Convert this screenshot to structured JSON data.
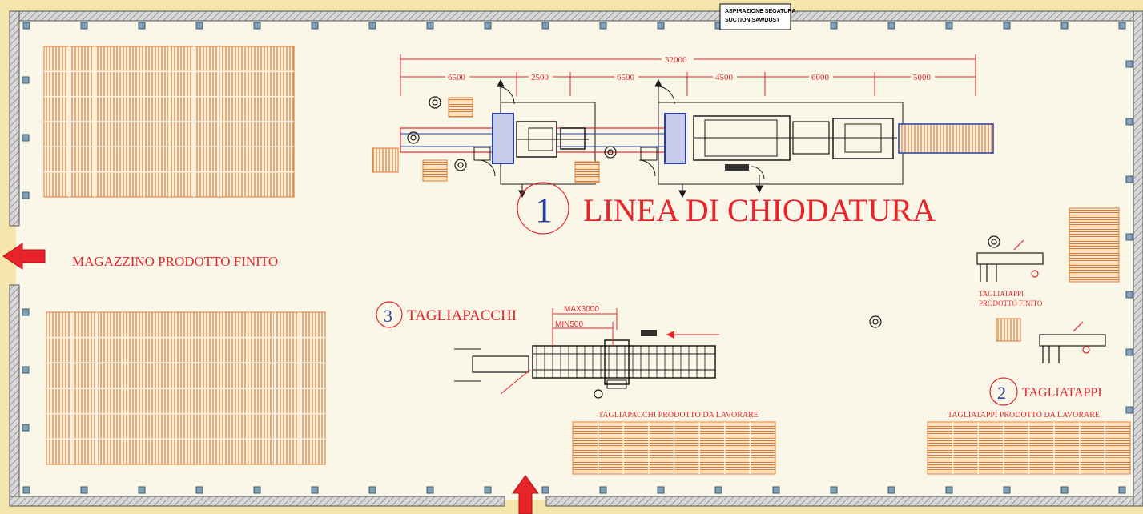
{
  "colors": {
    "background": "#f5e6ae",
    "floor": "#fbf7e8",
    "wall": "#8a8a8a",
    "red": "#e8242a",
    "blue": "#2b3f9e",
    "pallet": "#e07a2e",
    "machine": "#1a1a1a"
  },
  "header_box": {
    "line1": "ASPIRAZIONE SEGATURA",
    "line2": "SUCTION SAWDUST"
  },
  "dimensions": {
    "total": "32000",
    "segments": [
      "6500",
      "2500",
      "6500",
      "4500",
      "6000",
      "5000"
    ]
  },
  "areas": {
    "nailing_line": {
      "number": "1",
      "title": "LINEA DI CHIODATURA"
    },
    "stub_cutter": {
      "number": "2",
      "title": "TAGLIATAPPI"
    },
    "bundle_cutter": {
      "number": "3",
      "title": "TAGLIAPACCHI"
    }
  },
  "labels": {
    "warehouse": "MAGAZZINO PRODOTTO FINITO",
    "stub_cutter_finished_1": "TAGLIATAPPI",
    "stub_cutter_finished_2": "PRODOTTO FINITO",
    "bundle_raw": "TAGLIAPACCHI PRODOTTO DA LAVORARE",
    "stub_raw": "TAGLIATAPPI PRODOTTO DA LAVORARE",
    "max": "MAX3000",
    "min": "MIN500"
  },
  "icons": {
    "exit_left": "arrow-left-icon",
    "entrance_bottom": "arrow-up-icon",
    "column": "column-icon",
    "robot": "robot-operator-icon"
  }
}
